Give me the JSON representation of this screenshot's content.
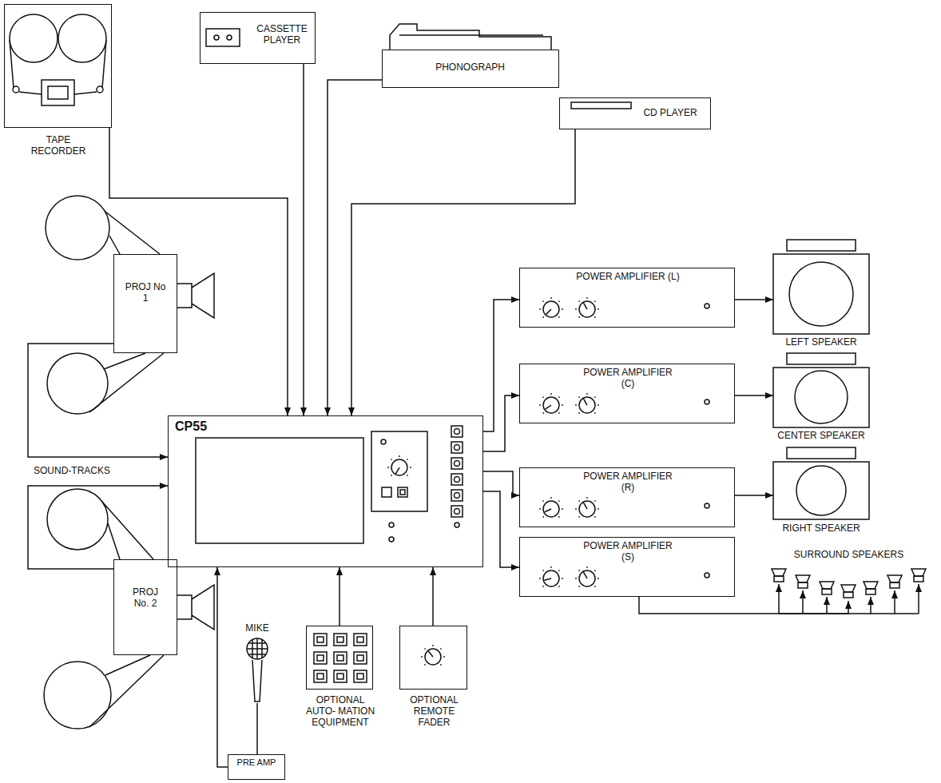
{
  "diagram": {
    "nodes": [
      {
        "text": [
          "TAPE RECORDER"
        ]
      },
      {
        "text": [
          "CASSETTE PLAYER"
        ]
      },
      {
        "text": [
          "PHONOGRAPH"
        ]
      },
      {
        "text": [
          "CD PLAYER"
        ]
      },
      {
        "text": [
          "PROJ No 1"
        ]
      },
      {
        "text": [
          "PROJ No. 2"
        ]
      },
      {
        "text": [
          "CP55"
        ]
      },
      {
        "text": [
          "POWER AMPLIFIER (L)"
        ]
      },
      {
        "text": [
          "LEFT SPEAKER"
        ]
      },
      {
        "text": [
          "POWER AMPLIFIER (C)"
        ]
      },
      {
        "text": [
          "CENTER SPEAKER"
        ]
      },
      {
        "text": [
          "POWER AMPLIFIER (R)"
        ]
      },
      {
        "text": [
          "RIGHT SPEAKER"
        ]
      },
      {
        "text": [
          "POWER AMPLIFIER (S)"
        ]
      },
      {
        "text": [
          "SURROUND SPEAKERS"
        ]
      },
      {
        "text": [
          "PRE AMP"
        ]
      },
      {
        "text": [
          "MIKE"
        ]
      },
      {
        "text": [
          "OPTIONAL AUTO- MATION EQUIPMENT"
        ]
      },
      {
        "text": [
          "OPTIONAL REMOTE FADER"
        ]
      }
    ],
    "edges": [
      {
        "from": 0,
        "to": 6,
        "arrow": "to"
      },
      {
        "from": 1,
        "to": 6,
        "arrow": "to"
      },
      {
        "from": 2,
        "to": 6,
        "arrow": "to"
      },
      {
        "from": 3,
        "to": 6,
        "arrow": "to"
      },
      {
        "from": 4,
        "to": 6,
        "arrow": "to"
      },
      {
        "from": 5,
        "to": 6,
        "arrow": "to"
      },
      {
        "from": 6,
        "to": 7,
        "arrow": "to"
      },
      {
        "from": 6,
        "to": 9,
        "arrow": "to"
      },
      {
        "from": 6,
        "to": 11,
        "arrow": "to"
      },
      {
        "from": 6,
        "to": 13,
        "arrow": "to"
      },
      {
        "from": 7,
        "to": 8,
        "arrow": "to"
      },
      {
        "from": 9,
        "to": 10,
        "arrow": "to"
      },
      {
        "from": 11,
        "to": 12,
        "arrow": "to"
      },
      {
        "from": 13,
        "to": 14,
        "arrow": "to"
      },
      {
        "from": 16,
        "to": 15,
        "arrow": "none"
      },
      {
        "from": 15,
        "to": 6,
        "arrow": "to"
      },
      {
        "from": 17,
        "to": 6,
        "arrow": "to"
      },
      {
        "from": 18,
        "to": 6,
        "arrow": "to"
      }
    ],
    "labels": [
      "SOUND-TRACKS"
    ]
  }
}
